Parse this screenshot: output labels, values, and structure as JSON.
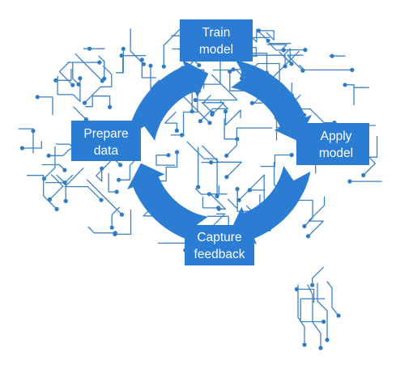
{
  "diagram": {
    "colors": {
      "accent": "#2b7cd3",
      "circuit": "#3b82c7",
      "background": "#ffffff",
      "label_text": "#ffffff"
    },
    "stages": [
      {
        "id": "train",
        "line1": "Train",
        "line2": "model"
      },
      {
        "id": "apply",
        "line1": "Apply",
        "line2": "model"
      },
      {
        "id": "capture",
        "line1": "Capture",
        "line2": "feedback"
      },
      {
        "id": "prepare",
        "line1": "Prepare",
        "line2": "data"
      }
    ],
    "cycle_order": [
      "train",
      "apply",
      "capture",
      "prepare"
    ]
  }
}
